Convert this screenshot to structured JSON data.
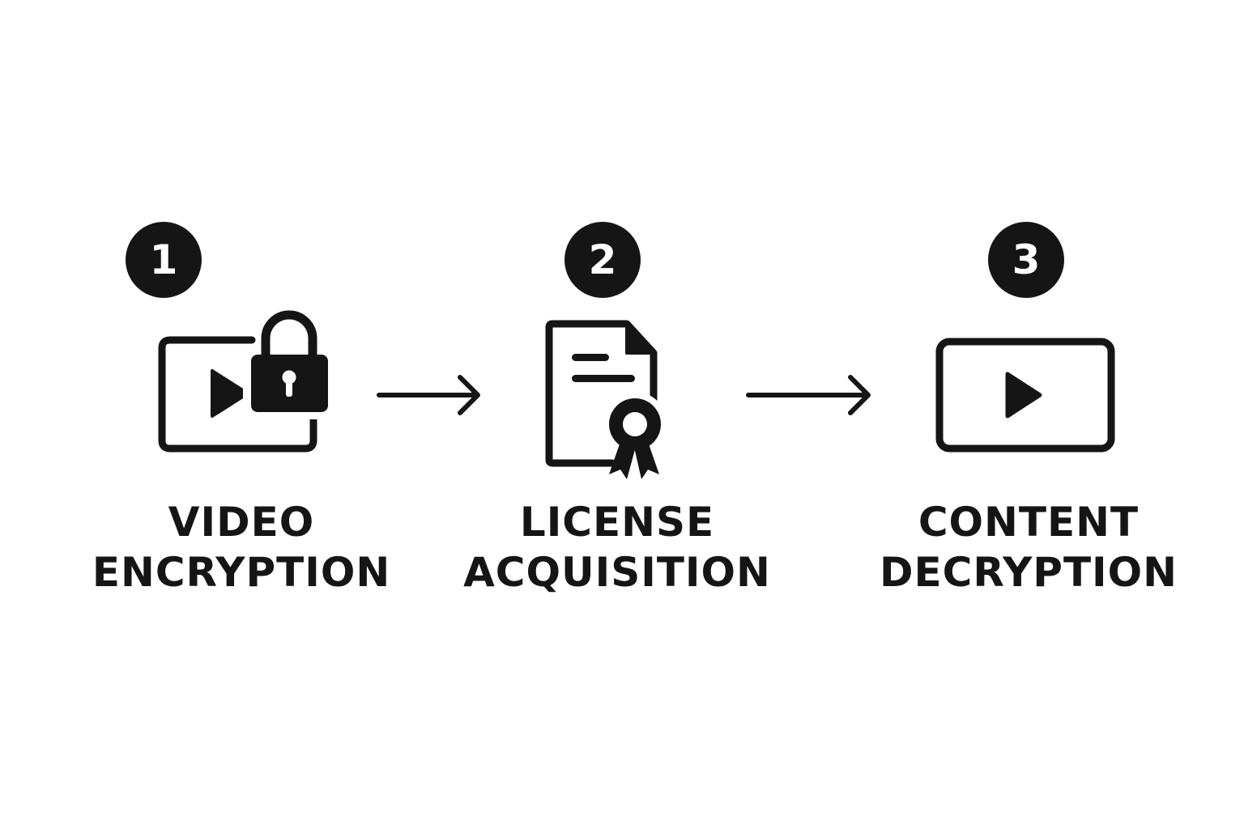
{
  "steps": [
    {
      "number": "1",
      "label_line1": "VIDEO",
      "label_line2": "ENCRYPTION",
      "icon": "video-lock-icon"
    },
    {
      "number": "2",
      "label_line1": "LICENSE",
      "label_line2": "ACQUISITION",
      "icon": "license-certificate-icon"
    },
    {
      "number": "3",
      "label_line1": "CONTENT",
      "label_line2": "DECRYPTION",
      "icon": "video-play-icon"
    }
  ],
  "colors": {
    "ink": "#151515",
    "background": "#ffffff"
  }
}
